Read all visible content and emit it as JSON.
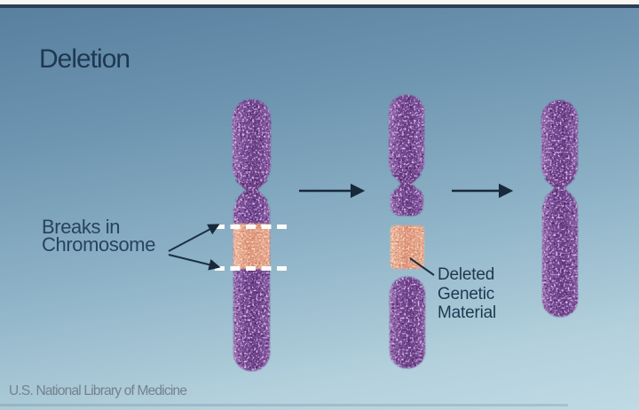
{
  "diagram": {
    "title": "Deletion",
    "attribution": "U.S. National Library of Medicine",
    "labels": {
      "breaks": {
        "line1": "Breaks in",
        "line2": "Chromosome"
      },
      "deleted": {
        "line1": "Deleted",
        "line2": "Genetic",
        "line3": "Material"
      }
    },
    "figure": {
      "stage_names": [
        "chromosome-with-break-points",
        "chromosome-with-detached-segment",
        "chromosome-after-deletion"
      ],
      "icons": [
        "arrow-right-icon",
        "arrow-right-icon",
        "break-dashed-line",
        "break-dashed-line"
      ]
    },
    "colors": {
      "background_top": "#577f9e",
      "background_bottom": "#c0dae4",
      "top_bar_white": "#f7f7f4",
      "top_bar_navy": "#2c3e53",
      "title_text": "#1e3851",
      "label_text": "#27435d",
      "footer_text": "#73828f",
      "chromosome_purple": "#7a4e96",
      "chromosome_highlight": "#9d74b4",
      "deleted_segment_orange": "#dd9379",
      "dashed_line_white": "#fdfdfa",
      "arrow_navy": "#18293b"
    }
  }
}
